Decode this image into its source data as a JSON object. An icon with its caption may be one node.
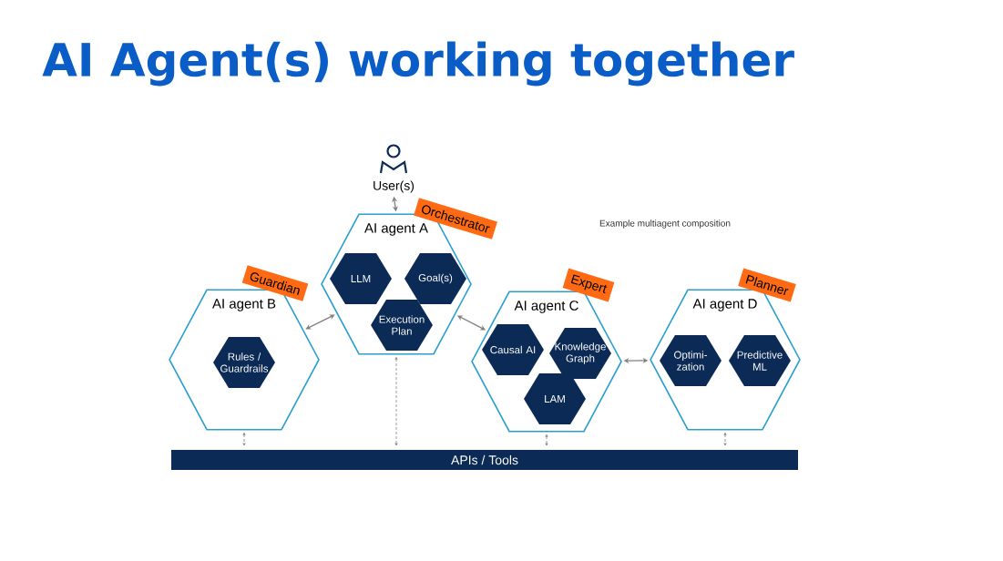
{
  "diagram": {
    "title": "AI Agent(s) working together",
    "nodes": [
      {
        "text": [
          "User(s)"
        ]
      },
      {
        "text": [
          "AI agent A"
        ]
      },
      {
        "text": [
          "Orchestrator"
        ]
      },
      {
        "text": [
          "LLM"
        ],
        "in": 1
      },
      {
        "text": [
          "Goal(s)"
        ],
        "in": 1
      },
      {
        "text": [
          "Execution Plan"
        ],
        "in": 1
      },
      {
        "text": [
          "AI agent B"
        ]
      },
      {
        "text": [
          "Guardian"
        ]
      },
      {
        "text": [
          "Rules / Guardrails"
        ],
        "in": 6
      },
      {
        "text": [
          "AI agent C"
        ]
      },
      {
        "text": [
          "Expert"
        ]
      },
      {
        "text": [
          "Causal AI"
        ],
        "in": 9
      },
      {
        "text": [
          "Knowledge Graph"
        ],
        "in": 9
      },
      {
        "text": [
          "LAM"
        ],
        "in": 9
      },
      {
        "text": [
          "AI agent D"
        ]
      },
      {
        "text": [
          "Planner"
        ]
      },
      {
        "text": [
          "Optimi- zation"
        ],
        "in": 14
      },
      {
        "text": [
          "Predictive ML"
        ],
        "in": 14
      },
      {
        "text": [
          "APIs / Tools"
        ]
      }
    ],
    "edges": [
      {
        "from": 0,
        "to": 1,
        "arrow": "both"
      },
      {
        "from": 6,
        "to": 1,
        "arrow": "both"
      },
      {
        "from": 1,
        "to": 9,
        "arrow": "both"
      },
      {
        "from": 9,
        "to": 14,
        "arrow": "both"
      },
      {
        "from": 6,
        "to": 18,
        "arrow": "both",
        "style": "dashed"
      },
      {
        "from": 1,
        "to": 18,
        "arrow": "both",
        "style": "dashed"
      },
      {
        "from": 9,
        "to": 18,
        "arrow": "both",
        "style": "dashed"
      },
      {
        "from": 14,
        "to": 18,
        "arrow": "both",
        "style": "dashed"
      }
    ],
    "labels": [
      "Example multiagent composition"
    ]
  }
}
